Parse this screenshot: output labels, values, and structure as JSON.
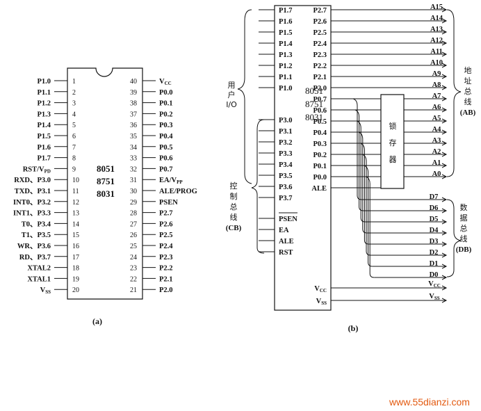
{
  "diagram_a": {
    "caption": "(a)",
    "chip_labels": [
      "8051",
      "8751",
      "8031"
    ],
    "left_pins": [
      {
        "num": "1",
        "label": "P1.0"
      },
      {
        "num": "2",
        "label": "P1.1"
      },
      {
        "num": "3",
        "label": "P1.2"
      },
      {
        "num": "4",
        "label": "P1.3"
      },
      {
        "num": "5",
        "label": "P1.4"
      },
      {
        "num": "6",
        "label": "P1.5"
      },
      {
        "num": "7",
        "label": "P1.6"
      },
      {
        "num": "8",
        "label": "P1.7"
      },
      {
        "num": "9",
        "label": "RST/V",
        "sub": "PD"
      },
      {
        "num": "10",
        "label": "RXD、P3.0"
      },
      {
        "num": "11",
        "label": "TXD、P3.1"
      },
      {
        "num": "12",
        "label": "INT0、P3.2"
      },
      {
        "num": "13",
        "label": "INT1、P3.3"
      },
      {
        "num": "14",
        "label": "T0、P3.4"
      },
      {
        "num": "15",
        "label": "T1、P3.5"
      },
      {
        "num": "16",
        "label": "WR、P3.6"
      },
      {
        "num": "17",
        "label": "RD、P3.7"
      },
      {
        "num": "18",
        "label": "XTAL2"
      },
      {
        "num": "19",
        "label": "XTAL1"
      },
      {
        "num": "20",
        "label": "V",
        "sub": "SS"
      }
    ],
    "right_pins": [
      {
        "num": "40",
        "label": "V",
        "sub": "CC"
      },
      {
        "num": "39",
        "label": "P0.0"
      },
      {
        "num": "38",
        "label": "P0.1"
      },
      {
        "num": "37",
        "label": "P0.2"
      },
      {
        "num": "36",
        "label": "P0.3"
      },
      {
        "num": "35",
        "label": "P0.4"
      },
      {
        "num": "34",
        "label": "P0.5"
      },
      {
        "num": "33",
        "label": "P0.6"
      },
      {
        "num": "32",
        "label": "P0.7"
      },
      {
        "num": "31",
        "label": "EA/V",
        "sub": "PP"
      },
      {
        "num": "30",
        "label": "ALE/PROG"
      },
      {
        "num": "29",
        "label": "PSEN"
      },
      {
        "num": "28",
        "label": "P2.7"
      },
      {
        "num": "27",
        "label": "P2.6"
      },
      {
        "num": "26",
        "label": "P2.5"
      },
      {
        "num": "25",
        "label": "P2.4"
      },
      {
        "num": "24",
        "label": "P2.3"
      },
      {
        "num": "23",
        "label": "P2.2"
      },
      {
        "num": "22",
        "label": "P2.1"
      },
      {
        "num": "21",
        "label": "P2.0"
      }
    ]
  },
  "diagram_b": {
    "caption": "(b)",
    "chip_labels": [
      "8051",
      "8751",
      "8031"
    ],
    "latch_label": [
      "锁",
      "存",
      "器"
    ],
    "left_p1": [
      "P1.7",
      "P1.6",
      "P1.5",
      "P1.4",
      "P1.3",
      "P1.2",
      "P1.1",
      "P1.0"
    ],
    "left_p3": [
      "P3.0",
      "P3.1",
      "P3.2",
      "P3.3",
      "P3.4",
      "P3.5",
      "P3.6",
      "P3.7"
    ],
    "left_ctrl": [
      "PSEN",
      "EA",
      "ALE",
      "RST"
    ],
    "right_p2": [
      "P2.7",
      "P2.6",
      "P2.5",
      "P2.4",
      "P2.3",
      "P2.2",
      "P2.1",
      "P2.0"
    ],
    "right_p0": [
      "P0.7",
      "P0.6",
      "P0.5",
      "P0.4",
      "P0.3",
      "P0.2",
      "P0.1",
      "P0.0"
    ],
    "right_ale": "ALE",
    "addr_high": [
      "A15",
      "A14",
      "A13",
      "A12",
      "A11",
      "A10",
      "A9",
      "A8"
    ],
    "addr_low": [
      "A7",
      "A6",
      "A5",
      "A4",
      "A3",
      "A2",
      "A1",
      "A0"
    ],
    "data_lines": [
      "D7",
      "D6",
      "D5",
      "D4",
      "D3",
      "D2",
      "D1",
      "D0"
    ],
    "vcc": {
      "label": "V",
      "sub": "CC"
    },
    "vss": {
      "label": "V",
      "sub": "SS"
    },
    "bus_user_io": [
      "用",
      "户",
      "I/O"
    ],
    "bus_control": [
      "控",
      "制",
      "总",
      "线",
      "(CB)"
    ],
    "bus_address": [
      "地",
      "址",
      "总",
      "线",
      "(AB)"
    ],
    "bus_data": [
      "数",
      "据",
      "总",
      "线",
      "(DB)"
    ]
  },
  "watermark": "www.55dianzi.com"
}
